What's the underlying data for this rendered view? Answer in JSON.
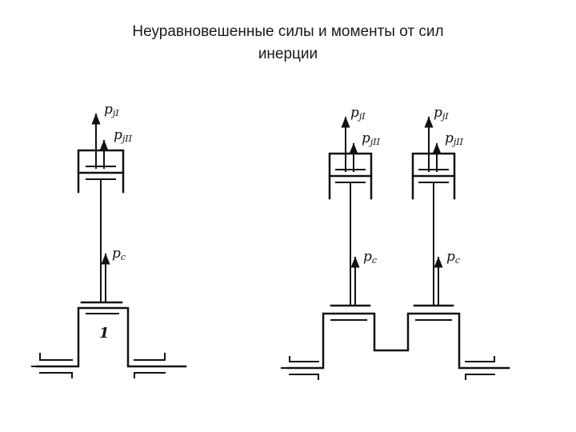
{
  "title": {
    "line1": "Неуравновешенные силы и моменты от сил",
    "line2": "инерции"
  },
  "labels": {
    "pj1_main": "p",
    "pj1_sub": "jI",
    "pj2_main": "p",
    "pj2_sub": "jII",
    "pc_main": "p",
    "pc_sub": "c",
    "crank_number": "1"
  },
  "colors": {
    "ink": "#111111",
    "background": "#ffffff"
  }
}
